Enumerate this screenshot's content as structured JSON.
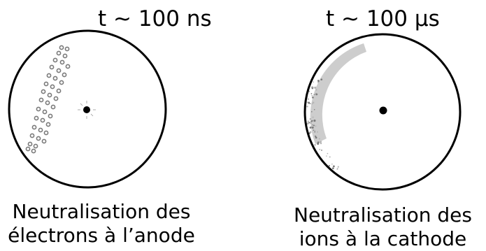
{
  "panels": [
    {
      "time_label": "t ~ 100 ns",
      "caption_line1": "Neutralisation des",
      "caption_line2": "électrons à l’anode"
    },
    {
      "time_label": "t ~ 100 µs",
      "caption_line1": "Neutralisation des",
      "caption_line2": "ions à la cathode"
    }
  ],
  "colors": {
    "stroke": "#000000",
    "charge_dots": "#7a7a7a",
    "charge_band": "#b5b5b5"
  }
}
